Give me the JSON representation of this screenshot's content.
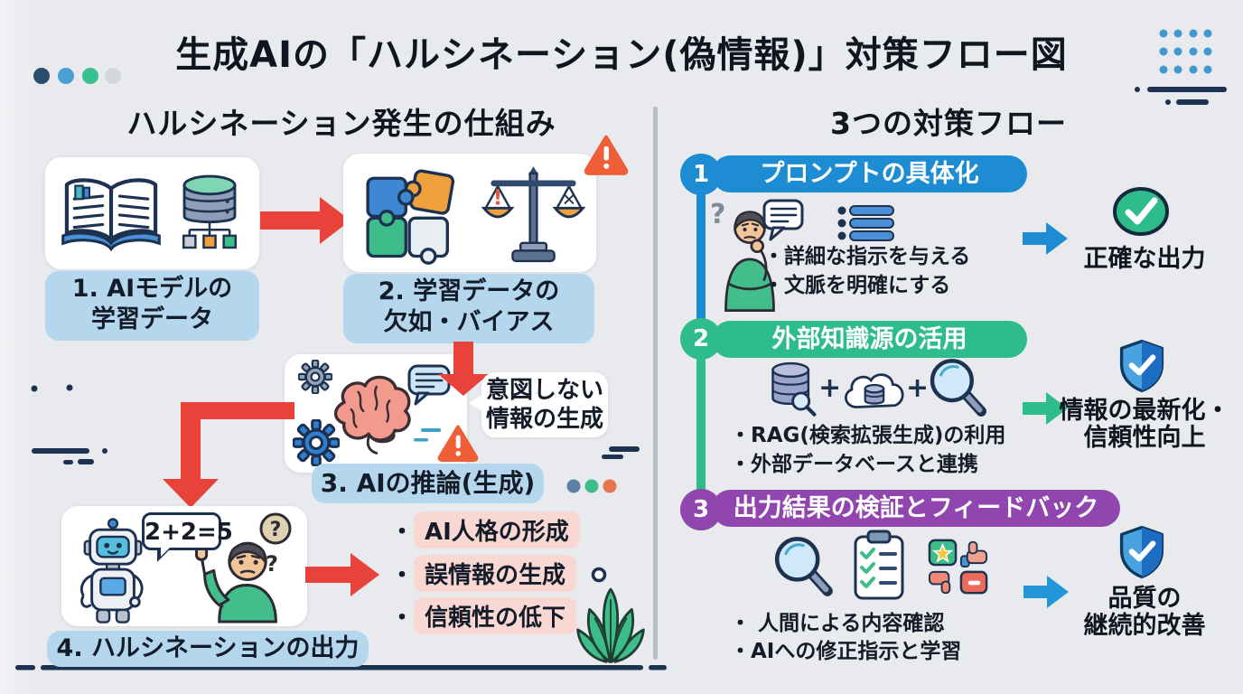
{
  "title": "生成AIの「ハルシネーション(偽情報)」対策フロー図",
  "glyphs": {
    "plus": "+",
    "question": "?",
    "exclaim": "!",
    "cross": "✕"
  },
  "left": {
    "heading": "ハルシネーション発生の仕組み",
    "bullet": "・",
    "step1": {
      "line1": "1. AIモデルの",
      "line2": "学習データ"
    },
    "step2": {
      "line1": "2. 学習データの",
      "line2": "欠如・バイアス"
    },
    "step3": {
      "label": "3. AIの推論(生成)"
    },
    "step4": {
      "label": "4. ハルシネーションの出力"
    },
    "callout": {
      "line1": "意図しない",
      "line2": "情報の生成"
    },
    "robot_speech": "2+2=5",
    "consequences": [
      "AI人格の形成",
      "誤情報の生成",
      "信頼性の低下"
    ]
  },
  "right": {
    "heading": "3つの対策フロー",
    "bullet": "・",
    "blocks": [
      {
        "number": "1",
        "title": "プロンプトの具体化",
        "bullets": [
          "詳細な指示を与える",
          "文脈を明確にする"
        ],
        "outcome_line1": "正確な出力",
        "outcome_line2": ""
      },
      {
        "number": "2",
        "title": "外部知識源の活用",
        "bullets": [
          "RAG(検索拡張生成)の利用",
          "外部データベースと連携"
        ],
        "outcome_line1": "情報の最新化・",
        "outcome_line2": "信頼性向上"
      },
      {
        "number": "3",
        "title": "出力結果の検証とフィードバック",
        "bullets": [
          "人間による内容確認",
          "AIへの修正指示と学習"
        ],
        "outcome_line1": "品質の",
        "outcome_line2": "継続的改善"
      }
    ]
  },
  "colors": {
    "background": "#e8eaed",
    "red_arrow": "#e8433a",
    "blue": "#1e8cd3",
    "green": "#2ebd8a",
    "purple": "#9145ae",
    "label_blue": "#b4d7ee",
    "pink_highlight": "#f9d7d2",
    "navy": "#1d3250",
    "divider_gray": "#b7bdc3",
    "warning_orange": "#ee5f38",
    "shield_blue": "#4aa3e0",
    "shield_blue_dark": "#1d6ec2"
  }
}
